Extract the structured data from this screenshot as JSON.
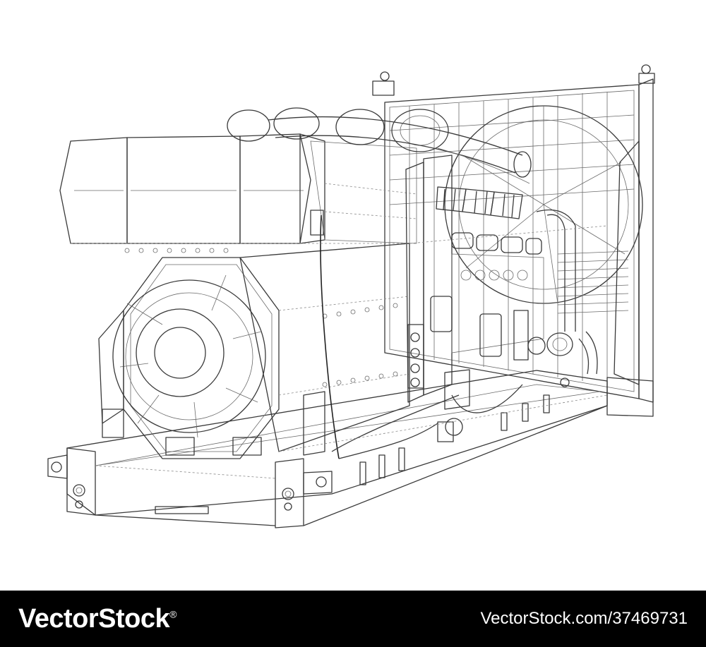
{
  "image": {
    "subject": "diesel-generator-wireframe"
  },
  "watermark": {
    "brand": "VectorStock",
    "registered_mark": "®",
    "url_credit": "VectorStock.com/37469731"
  },
  "colors": {
    "background": "#ffffff",
    "line": "#333333",
    "watermark_bar": "#000000",
    "watermark_text": "#ffffff"
  }
}
